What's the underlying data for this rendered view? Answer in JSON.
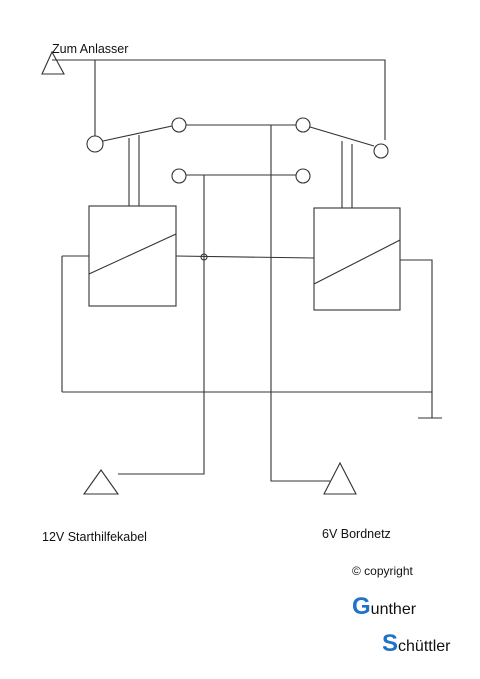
{
  "labels": {
    "zum_anlasser": "Zum Anlasser",
    "starthilfekabel": "12V Starthilfekabel",
    "bordnetz": "6V Bordnetz",
    "copyright": "© copyright"
  },
  "author": {
    "first_initial": "G",
    "first_rest": "unther",
    "last_initial": "S",
    "last_rest": "chüttler"
  },
  "colors": {
    "line": "#333333",
    "author_initials": "#1e73c8"
  }
}
